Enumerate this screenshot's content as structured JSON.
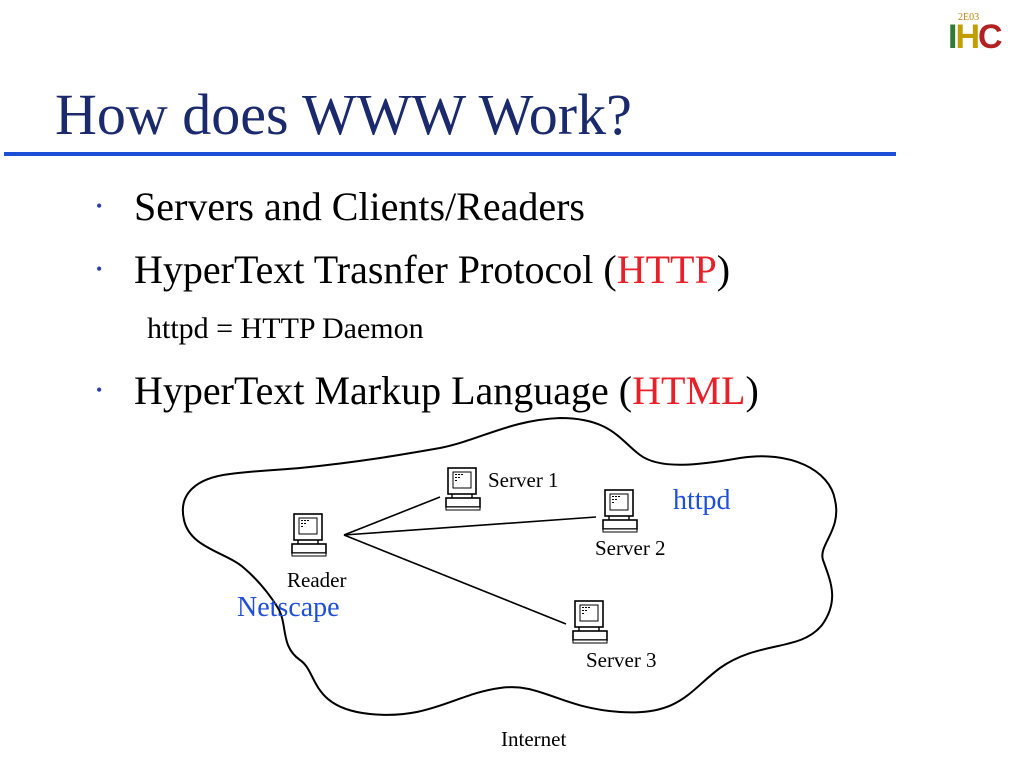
{
  "logo": {
    "small_text": "2E03",
    "big_i": "I",
    "big_h": "H",
    "big_c": "C"
  },
  "title": "How does WWW Work?",
  "bullets": [
    {
      "pre": "Servers and Clients/Readers",
      "highlight": "",
      "post": ""
    },
    {
      "pre": "HyperText Trasnfer Protocol (",
      "highlight": "HTTP",
      "post": ")"
    },
    {
      "pre": "HyperText Markup Language (",
      "highlight": "HTML",
      "post": ")"
    }
  ],
  "sub_bullet": "httpd = HTTP Daemon",
  "diagram": {
    "reader_label": "Reader",
    "reader_software": "Netscape",
    "server1_label": "Server 1",
    "server2_label": "Server 2",
    "server3_label": "Server 3",
    "server_software": "httpd",
    "cloud_label": "Internet"
  },
  "colors": {
    "title": "#1a2a6c",
    "rule": "#1a4fd6",
    "highlight": "#e8202a",
    "software_label": "#1f4fd8"
  }
}
